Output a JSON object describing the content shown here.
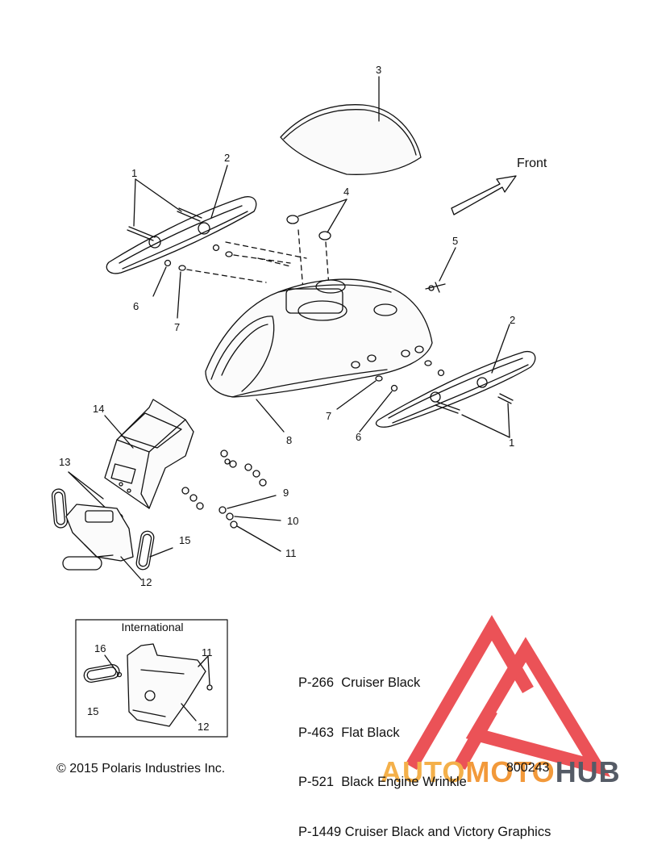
{
  "diagram": {
    "direction_label": "Front",
    "callouts": {
      "c1_left": "1",
      "c2_left": "2",
      "c3": "3",
      "c4": "4",
      "c5": "5",
      "c6_left": "6",
      "c7_left": "7",
      "c2_right": "2",
      "c7_right": "7",
      "c6_right": "6",
      "c8": "8",
      "c1_right": "1",
      "c14": "14",
      "c13": "13",
      "c9": "9",
      "c10": "10",
      "c11": "11",
      "c15": "15",
      "c12": "12"
    },
    "international": {
      "title": "International",
      "c16": "16",
      "c11": "11",
      "c15": "15",
      "c12": "12"
    }
  },
  "legend": [
    "P-266  Cruiser Black",
    "P-463  Flat Black",
    "P-521  Black Engine Wrinkle",
    "P-1449 Cruiser Black and Victory Graphics"
  ],
  "footer": {
    "copyright": "© 2015 Polaris Industries Inc.",
    "part_number": "800243"
  },
  "watermark": {
    "part1": "AUTO",
    "part2": "MOTO",
    "part3": "HUB",
    "colors": {
      "triangle": "#e8343a",
      "auto": "#f4b04a",
      "moto": "#f2993a",
      "hub": "#555b66"
    }
  }
}
